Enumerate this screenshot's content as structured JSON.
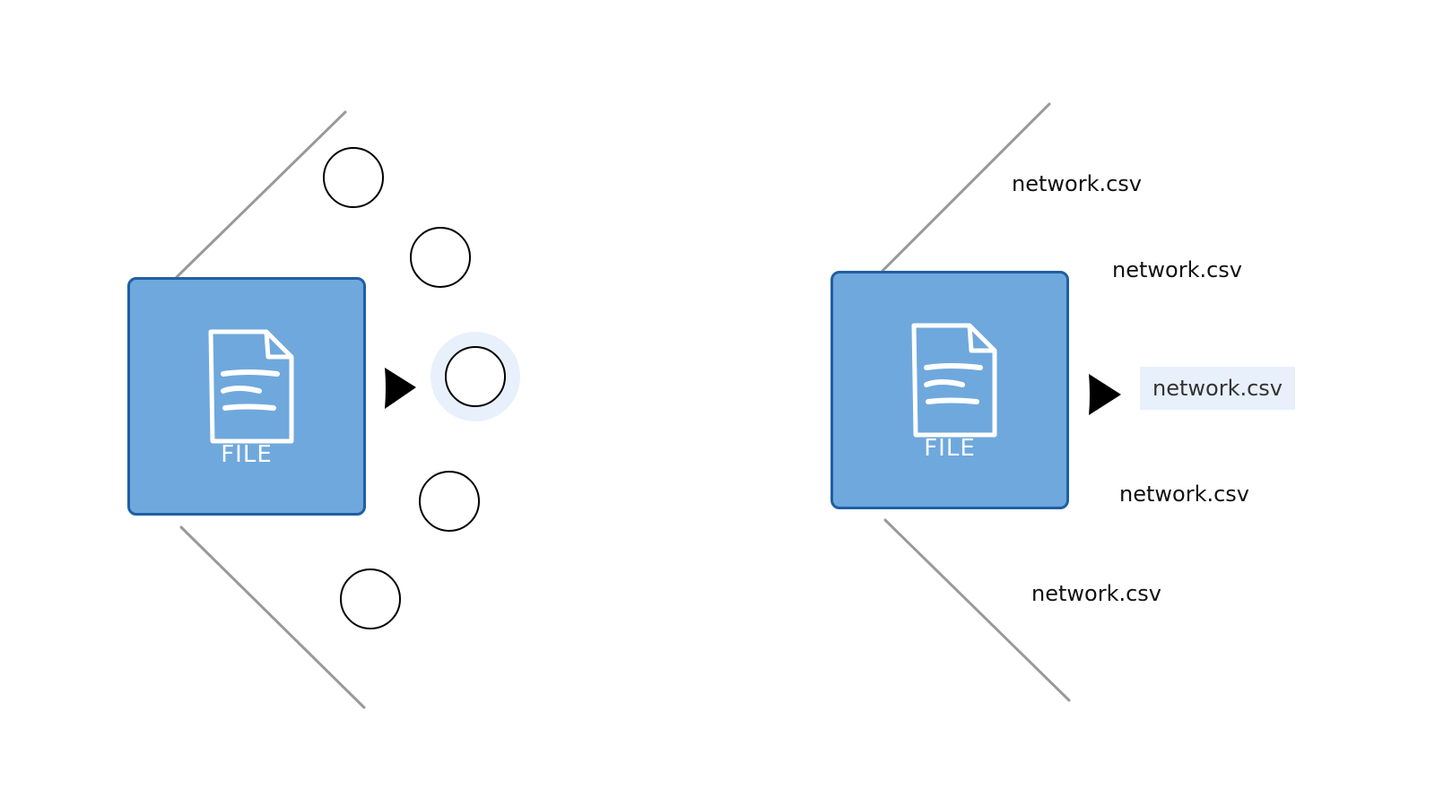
{
  "left_panel": {
    "file_label": "FILE",
    "icon": "document-icon",
    "options_count_visual": 5,
    "selected_index": 2
  },
  "right_panel": {
    "file_label": "FILE",
    "icon": "document-icon",
    "options": [
      {
        "label": "network.csv"
      },
      {
        "label": "network.csv"
      },
      {
        "label": "network.csv"
      },
      {
        "label": "network.csv"
      },
      {
        "label": "network.csv"
      }
    ],
    "selected_index": 2
  },
  "colors": {
    "file_fill": "#6fa8dc",
    "file_border": "#1f5fa3",
    "selection_highlight": "#e8f0fb",
    "guide_line": "#999999",
    "pointer": "#000000"
  }
}
